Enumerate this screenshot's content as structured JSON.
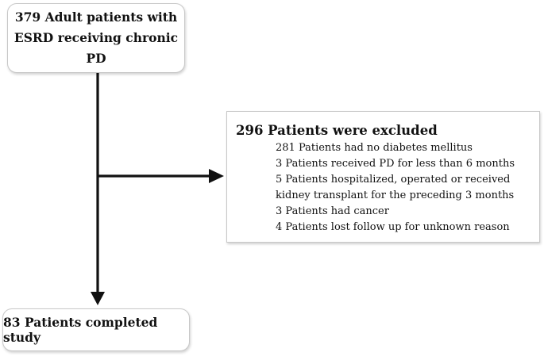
{
  "start_box": {
    "line1": "379 Adult patients with",
    "line2": "ESRD receiving chronic PD"
  },
  "exclusion_box": {
    "title": "296 Patients were excluded",
    "items": [
      "281 Patients had no diabetes mellitus",
      "3 Patients received PD for less than 6 months",
      "5 Patients hospitalized, operated or received",
      "kidney transplant for the preceding 3 months",
      "3 Patients had cancer",
      "4 Patients lost follow up for unknown reason"
    ]
  },
  "end_box": {
    "label": "83 Patients completed study"
  }
}
